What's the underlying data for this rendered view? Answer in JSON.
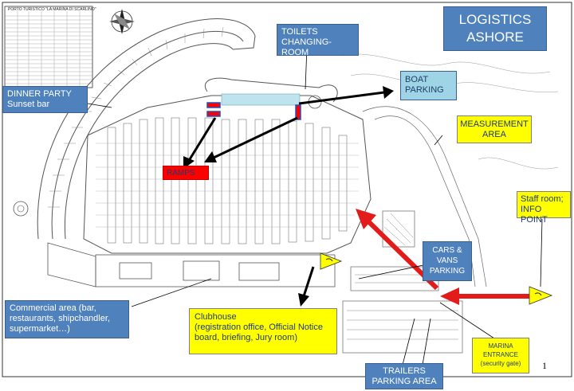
{
  "title": {
    "line1": "LOGISTICS",
    "line2": "ASHORE"
  },
  "table_title": "PORTO TURISTICO \"LA MARINA DI SCARLINO\"",
  "labels": {
    "dinner_party": {
      "line1": "DINNER PARTY",
      "line2": "Sunset bar"
    },
    "toilets": {
      "line1": "TOILETS",
      "line2": "CHANGING-ROOM"
    },
    "boat_parking": {
      "line1": "BOAT",
      "line2": "PARKING"
    },
    "measurement_area": {
      "line1": "MEASUREMENT",
      "line2": "AREA"
    },
    "ramps": "RAMPS",
    "staff_room": {
      "line1": "Staff room;",
      "line2": "INFO POINT"
    },
    "cars_vans": {
      "line1": "CARS &",
      "line2": "VANS",
      "line3": "PARKING"
    },
    "commercial": {
      "line1": "Commercial area (bar,",
      "line2": "restaurants, shipchandler,",
      "line3": "supermarket…)"
    },
    "clubhouse": {
      "line1": "Clubhouse",
      "line2": "(registration office, Official Notice",
      "line3": "board, briefing, Jury room)"
    },
    "marina_entrance": {
      "line1": "MARINA",
      "line2": "ENTRANCE",
      "line3": "(security gate)"
    },
    "trailers": {
      "line1": "TRAILERS",
      "line2": "PARKING AREA"
    }
  },
  "page_number": "1",
  "colors": {
    "label_blue": "#4f81bd",
    "label_lightblue": "#9fd3e6",
    "label_yellow": "#ffff00",
    "label_red": "#ff0000",
    "arrow_red": "#e31b1b",
    "arrow_black": "#000000",
    "map_ink": "#555555"
  },
  "icons": [
    "compass-rose-icon",
    "flag-marker-icon",
    "red-entrance-arrow-icon",
    "black-pointer-arrow-icon"
  ]
}
